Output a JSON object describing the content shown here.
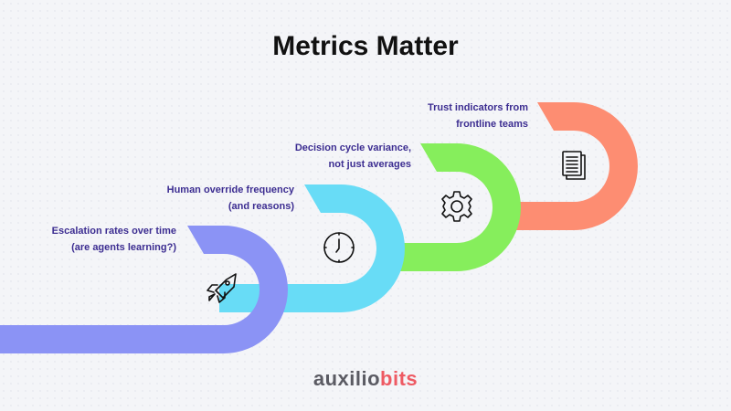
{
  "title": "Metrics Matter",
  "steps": [
    {
      "label_line1": "Escalation rates over time",
      "label_line2": "(are agents learning?)",
      "icon": "rocket-icon",
      "color": "#8b93f5"
    },
    {
      "label_line1": "Human override frequency",
      "label_line2": "(and reasons)",
      "icon": "clock-icon",
      "color": "#68dcf6"
    },
    {
      "label_line1": "Decision cycle variance,",
      "label_line2": "not just averages",
      "icon": "gear-icon",
      "color": "#86ee5c"
    },
    {
      "label_line1": "Trust indicators from",
      "label_line2": "frontline teams",
      "icon": "document-icon",
      "color": "#fd8d72"
    }
  ],
  "logo": {
    "part1": "auxilio",
    "part2": "bits"
  }
}
